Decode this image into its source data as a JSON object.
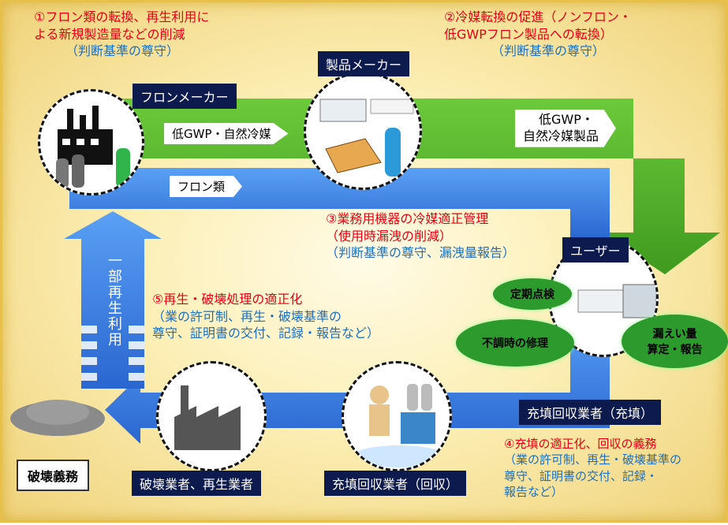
{
  "goals": {
    "g1": {
      "line1": "①フロン類の転換、再生利用に",
      "line2": "よる新規製造量などの削減",
      "sub": "（判断基準の尊守）"
    },
    "g2": {
      "line1": "②冷媒転換の促進（ノンフロン・",
      "line2": "低GWPフロン製品への転換）",
      "sub": "（判断基準の尊守）"
    },
    "g3": {
      "line1": "③業務用機器の冷媒適正管理",
      "line2": "（使用時漏洩の削減）",
      "sub": "（判断基準の尊守、漏洩量報告）"
    },
    "g4": {
      "line1": "④充填の適正化、回収の義務",
      "sub1": "（業の許可制、再生・破壊基準の",
      "sub2": "尊守、証明書の交付、記録・",
      "sub3": "報告など）"
    },
    "g5": {
      "line1": "⑤再生・破壊処理の適正化",
      "sub1": "（業の許可制、再生・破壊基準の",
      "sub2": "尊守、証明書の交付、記録・報告など）"
    }
  },
  "actors": {
    "fron_maker": "フロンメーカー",
    "product_maker": "製品メーカー",
    "user": "ユーザー",
    "filler_fill": "充填回収業者（充填）",
    "filler_recover": "充填回収業者（回収）",
    "destroyer": "破壊業者、再生業者"
  },
  "flow_tags": {
    "low_gwp": "低GWP・自然冷媒",
    "fron": "フロン類",
    "product": {
      "line1": "低GWP・",
      "line2": "自然冷媒製品"
    }
  },
  "user_actions": {
    "inspect": "定期点検",
    "repair": "不調時の修理",
    "leak": {
      "line1": "漏えい量",
      "line2": "算定・報告"
    }
  },
  "recycle": "一部再生利用",
  "destroy_duty": "破壊義務",
  "colors": {
    "green": "#5fb82f",
    "blue": "#3b82e6",
    "red": "#e60012",
    "label_blue": "#1c6fc0",
    "navy": "#0d1a4d"
  }
}
